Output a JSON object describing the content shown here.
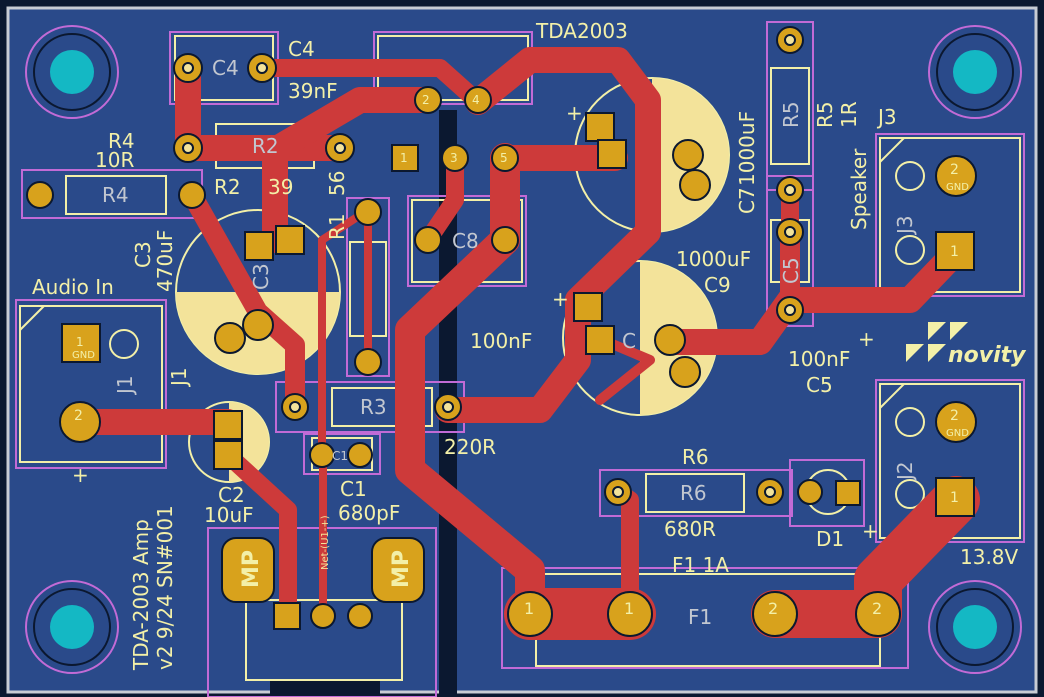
{
  "board": {
    "colors": {
      "background": "#0b1830",
      "copper_fill": "#2a4a8a",
      "trace": "#cd3a3a",
      "pad": "#d8a21c",
      "pad_light": "#f3e39a",
      "silk": "#f3f0a8",
      "fab": "#c26bd6",
      "gray_silk": "#c2c7d0",
      "mounting_hole": "#14b8c4",
      "edge": "#c8ccd4"
    },
    "labels": {
      "tda": "TDA2003",
      "c4": "C4",
      "c4_val": "39nF",
      "c4_fab": "C4",
      "r4": "R4",
      "r4_val": "10R",
      "r4_fab": "R4",
      "r2": "R2",
      "r2_fab": "R2",
      "r2_val": "39",
      "r1": "R1",
      "r1_val": "56",
      "c3": "C3",
      "c3_val": "470uF",
      "c3_fab": "C3",
      "audio_in": "Audio In",
      "j1_fab": "J1",
      "j1": "J1",
      "r3_fab": "R3",
      "r3_val": "220R",
      "c2": "C2",
      "c2_val": "10uF",
      "c1": "C1",
      "c1_val": "680pF",
      "c1_fab": "C1",
      "c8_fab": "C8",
      "c6_val": "100nF",
      "c9_val": "1000uF",
      "c9": "C9",
      "c9_fab": "C",
      "c7": "C7",
      "c7_val": "1000uF",
      "r5_fab": "R5",
      "r5": "R5",
      "r5_val": "1R",
      "c5_fab": "C5",
      "c5_val": "100nF",
      "c5": "C5",
      "j3": "J3",
      "j3_fab": "J3",
      "speaker": "Speaker",
      "j2_fab": "J2",
      "supply": "13.8V",
      "r6": "R6",
      "r6_fab": "R6",
      "r6_val": "680R",
      "d1": "D1",
      "f1_val": "F1  1A",
      "f1_fab": "F1",
      "brand": "novity",
      "mp": "MP",
      "net_label": "Net-(U1-+)",
      "gnd": "GND",
      "plus": "+",
      "pin1": "1",
      "pin2": "2",
      "pin3": "3",
      "pin4": "4",
      "pin5": "5",
      "title_line1": "TDA-2003 Amp",
      "title_line2": "v2 9/24 SN#001"
    }
  }
}
